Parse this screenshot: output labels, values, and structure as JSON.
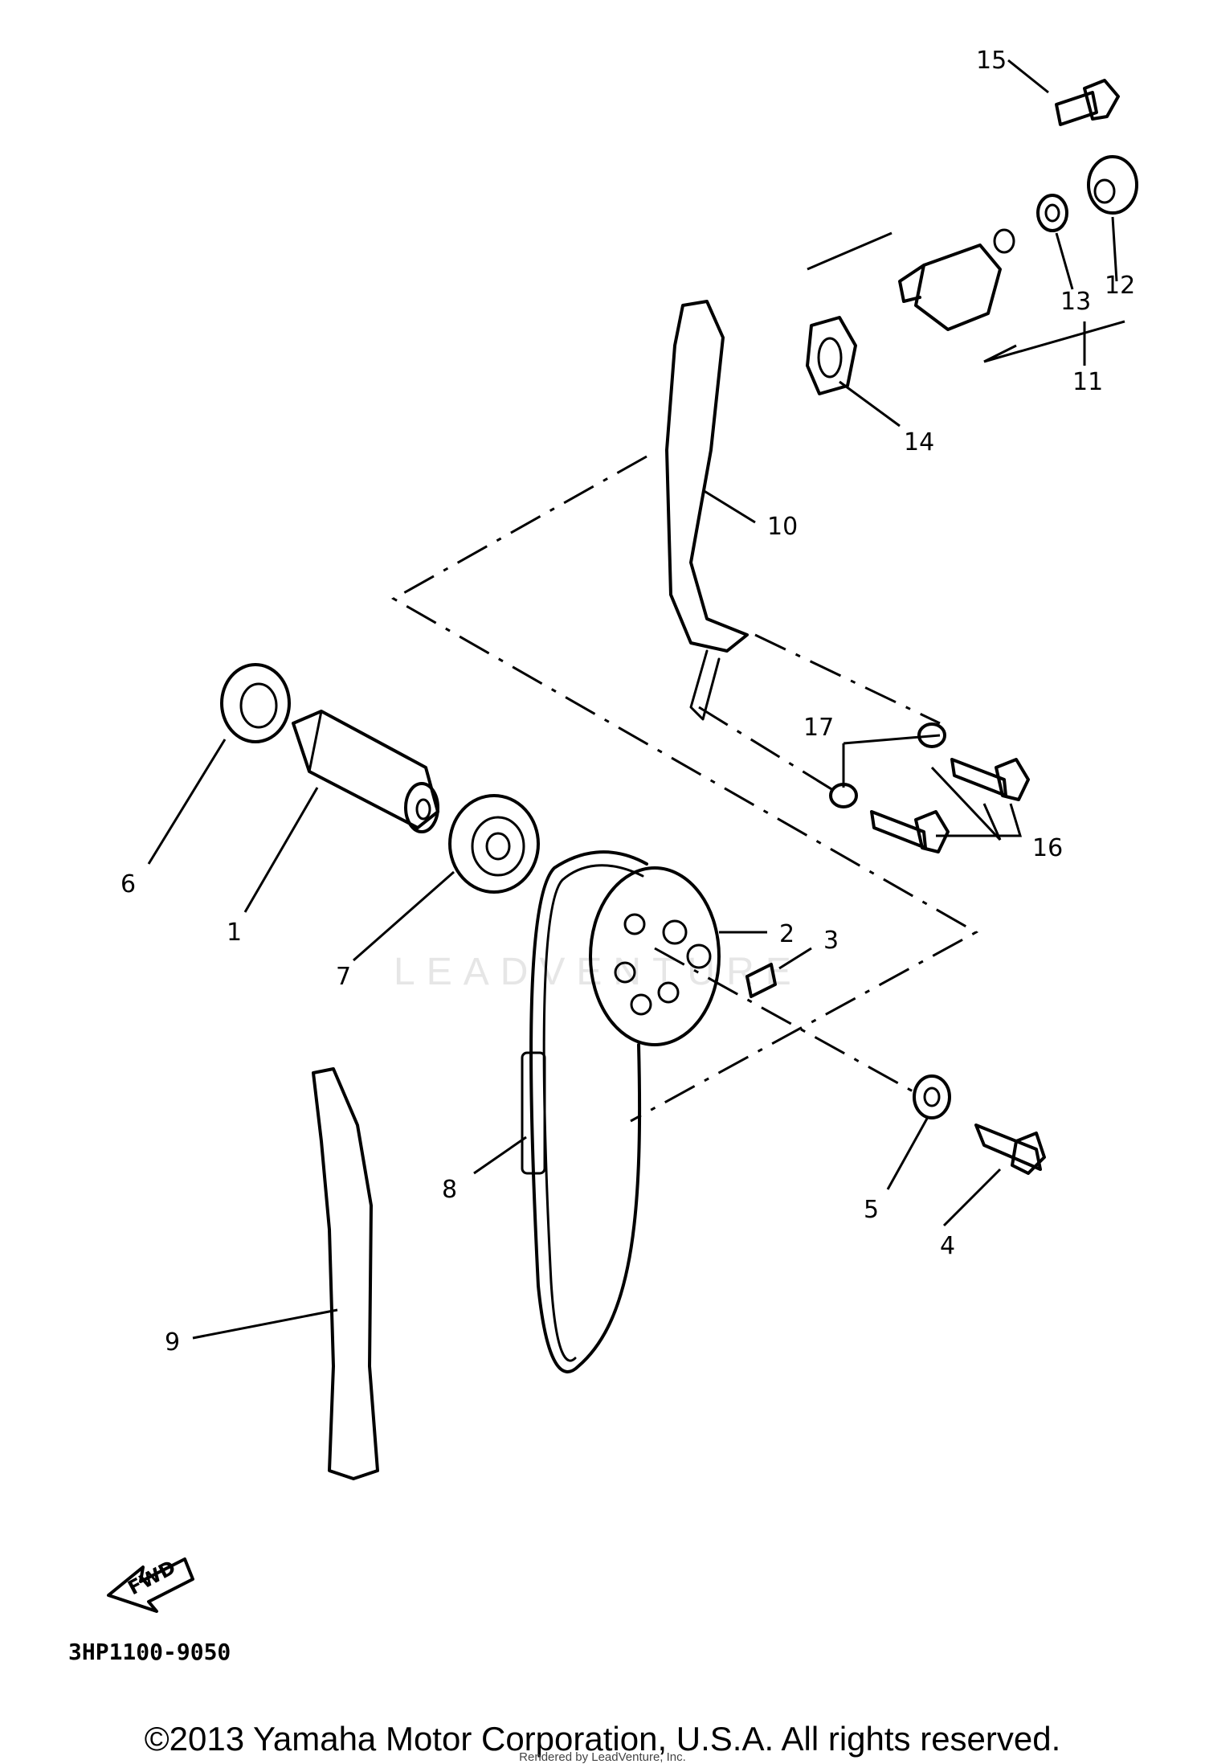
{
  "diagram": {
    "watermark": "LEADVENTURE",
    "part_code": "3HP1100-9050",
    "fwd_label": "FWD",
    "labels": {
      "p1": "1",
      "p2": "2",
      "p3": "3",
      "p4": "4",
      "p5": "5",
      "p6": "6",
      "p7": "7",
      "p8": "8",
      "p9": "9",
      "p10": "10",
      "p11": "11",
      "p12": "12",
      "p13": "13",
      "p14": "14",
      "p15": "15",
      "p16": "16",
      "p17": "17"
    }
  },
  "footer": {
    "copyright": "©2013 Yamaha Motor Corporation, U.S.A. All rights reserved.",
    "rendered_by": "Rendered by LeadVenture, Inc."
  }
}
